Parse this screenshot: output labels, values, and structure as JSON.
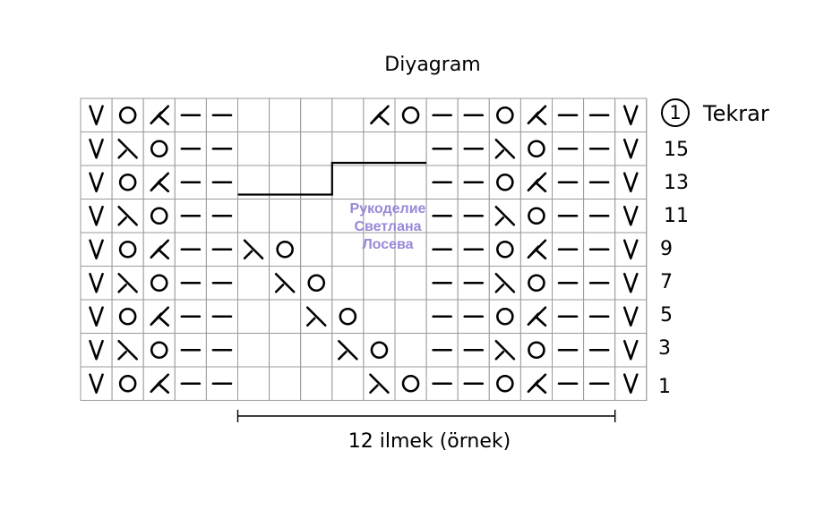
{
  "title": "Diyagram",
  "tekrar": {
    "number": "1",
    "label": "Tekrar"
  },
  "row_labels": [
    "15",
    "13",
    "11",
    "9",
    "7",
    "5",
    "3",
    "1"
  ],
  "repeat_caption": "12 ilmek (örnek)",
  "watermark": [
    "Рукоделие",
    "Светлана",
    "Лосева"
  ],
  "grid": {
    "columns": 18,
    "rows": [
      [
        "V",
        "O",
        "K",
        "-",
        "-",
        "",
        "",
        "",
        "",
        "K2",
        "O",
        "-",
        "-",
        "O",
        "K",
        "-",
        "-",
        "V"
      ],
      [
        "V",
        "L",
        "O",
        "-",
        "-",
        "",
        "",
        "",
        "",
        "",
        "",
        "-",
        "-",
        "L",
        "O",
        "-",
        "-",
        "V"
      ],
      [
        "V",
        "O",
        "K",
        "-",
        "-",
        "",
        "",
        "",
        "",
        "",
        "",
        "-",
        "-",
        "O",
        "K",
        "-",
        "-",
        "V"
      ],
      [
        "V",
        "L",
        "O",
        "-",
        "-",
        "",
        "",
        "",
        "",
        "",
        "",
        "-",
        "-",
        "L",
        "O",
        "-",
        "-",
        "V"
      ],
      [
        "V",
        "O",
        "K",
        "-",
        "-",
        "L",
        "O",
        "",
        "",
        "",
        "",
        "-",
        "-",
        "O",
        "K",
        "-",
        "-",
        "V"
      ],
      [
        "V",
        "L",
        "O",
        "-",
        "-",
        "",
        "L",
        "O",
        "",
        "",
        "",
        "-",
        "-",
        "L",
        "O",
        "-",
        "-",
        "V"
      ],
      [
        "V",
        "O",
        "K",
        "-",
        "-",
        "",
        "",
        "L",
        "O",
        "",
        "",
        "-",
        "-",
        "O",
        "K",
        "-",
        "-",
        "V"
      ],
      [
        "V",
        "L",
        "O",
        "-",
        "-",
        "",
        "",
        "",
        "L",
        "O",
        "",
        "-",
        "-",
        "L",
        "O",
        "-",
        "-",
        "V"
      ],
      [
        "V",
        "O",
        "K",
        "-",
        "-",
        "",
        "",
        "",
        "",
        "L",
        "O",
        "-",
        "-",
        "O",
        "K",
        "-",
        "-",
        "V"
      ]
    ]
  }
}
